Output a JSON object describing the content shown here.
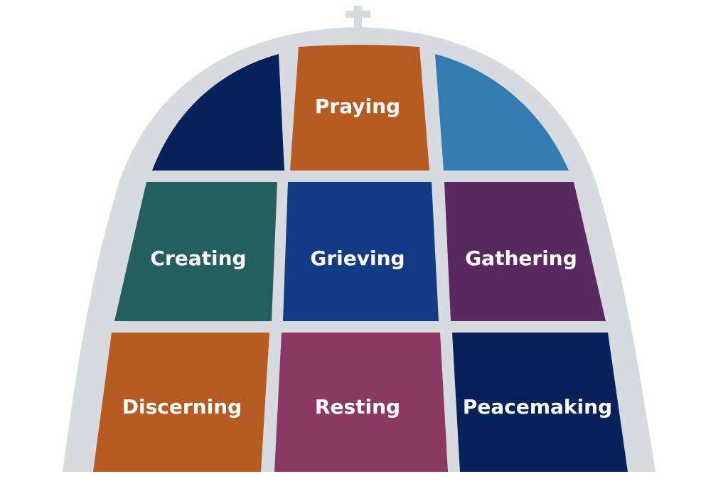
{
  "diagram": {
    "colors": {
      "frame": "#d7dbe0",
      "navy": "#07215a",
      "orange": "#b65c22",
      "steel_blue": "#337bb0",
      "teal": "#245e5e",
      "royal_blue": "#133a84",
      "purple": "#5b2961",
      "rose": "#8a3962"
    },
    "panes": {
      "top_left": {
        "label": "",
        "color": "#07215a"
      },
      "top_center": {
        "label": "Praying",
        "color": "#b65c22"
      },
      "top_right": {
        "label": "",
        "color": "#337bb0"
      },
      "middle_left": {
        "label": "Creating",
        "color": "#245e5e"
      },
      "middle_center": {
        "label": "Grieving",
        "color": "#133a84"
      },
      "middle_right": {
        "label": "Gathering",
        "color": "#5b2961"
      },
      "bottom_left": {
        "label": "Discerning",
        "color": "#b65c22"
      },
      "bottom_center": {
        "label": "Resting",
        "color": "#8a3962"
      },
      "bottom_right": {
        "label": "Peacemaking",
        "color": "#07215a"
      }
    }
  }
}
